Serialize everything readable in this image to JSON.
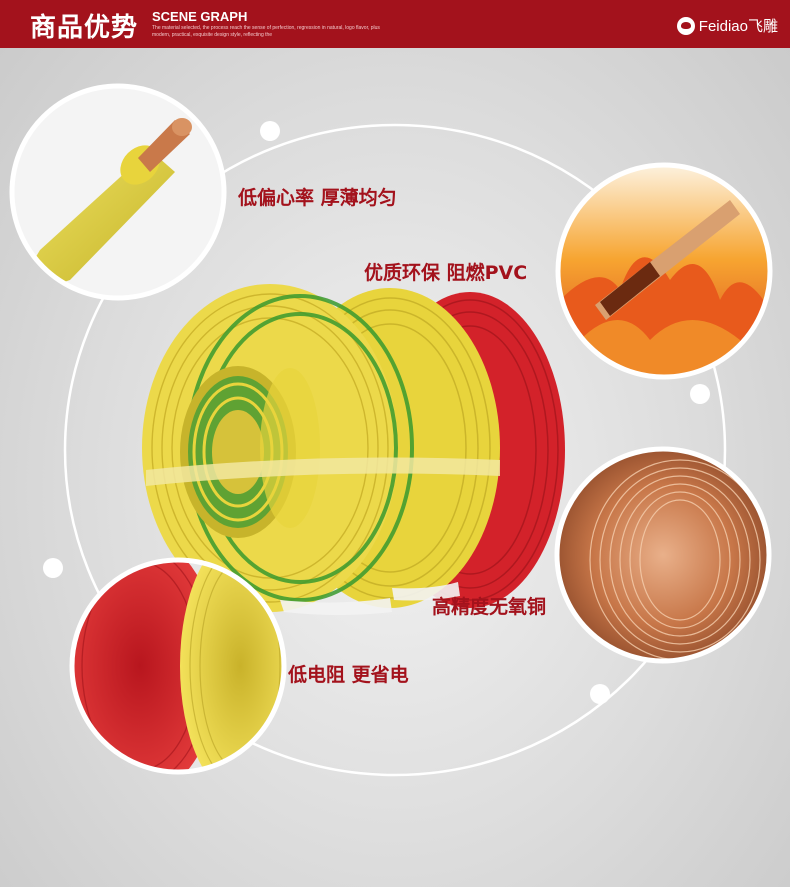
{
  "header": {
    "title": "商品优势",
    "subtitle": "SCENE GRAPH",
    "small_text": "The material selected, the process reach the sense of perfection, regression in natural, logo flavor, plus modern, practical, exquisite design style, reflecting the",
    "brand": "Feidiao飞雕"
  },
  "features": [
    {
      "label": "低偏心率  厚薄均匀"
    },
    {
      "label": "优质环保 阻燃PVC"
    },
    {
      "label": "高精度无氧铜"
    },
    {
      "label": "低电阻 更省电"
    }
  ],
  "colors": {
    "brand_red": "#a3121c",
    "wire_yellow": "#e9d23a",
    "wire_red": "#d3222a",
    "wire_green": "#3a9a2e",
    "copper": "#c9794a"
  }
}
